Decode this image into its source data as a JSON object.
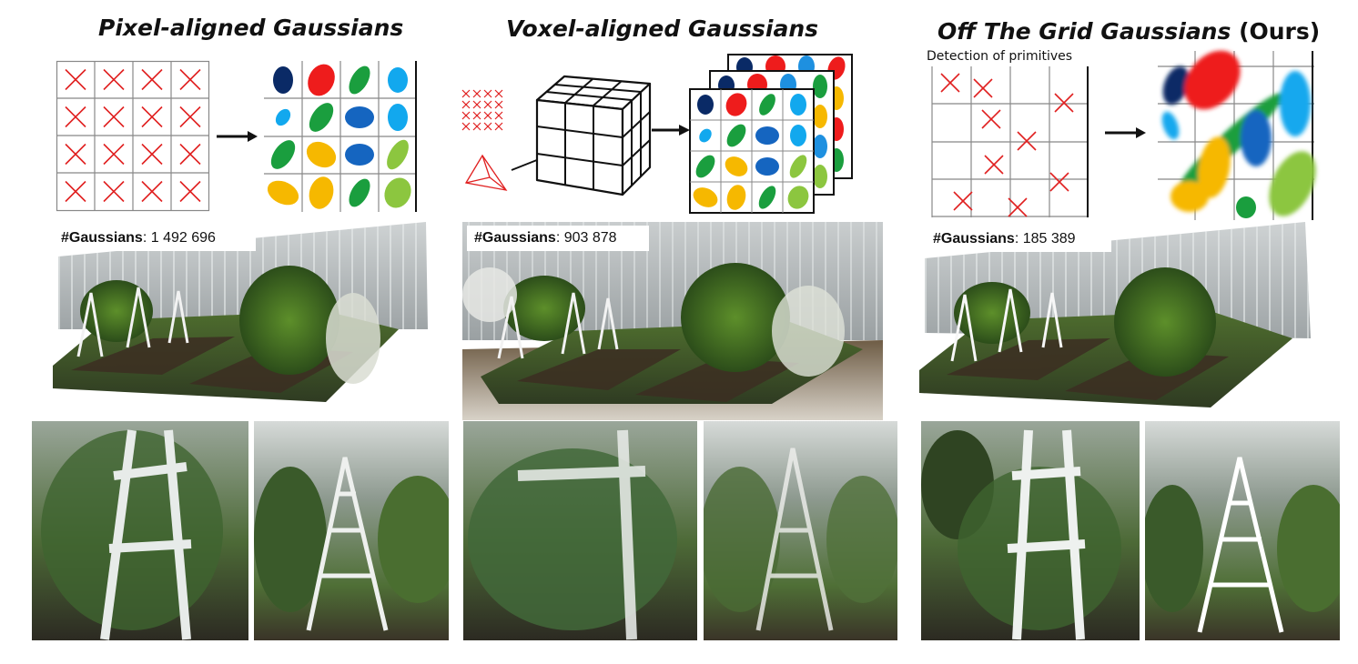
{
  "columns": [
    {
      "title": "Pixel-aligned Gaussians",
      "count_label": "#Gaussians",
      "count_value": ": 1 492 696"
    },
    {
      "title": "Voxel-aligned Gaussians",
      "count_label": "#Gaussians",
      "count_value": ": 903 878"
    },
    {
      "title_italic": "Off The Grid Gaussians",
      "title_suffix": " (Ours)",
      "count_label": "#Gaussians",
      "count_value": ": 185 389",
      "detection_label": "Detection of primitives"
    }
  ],
  "colors": {
    "cross": "#e02020",
    "navy": "#0a2a66",
    "red": "#ee1c1c",
    "green": "#1a9e3e",
    "blue": "#1e90e0",
    "lightblue": "#12a8ee",
    "yellow": "#f6b800",
    "lightgreen": "#8cc63f",
    "darkblue": "#1565c0"
  }
}
